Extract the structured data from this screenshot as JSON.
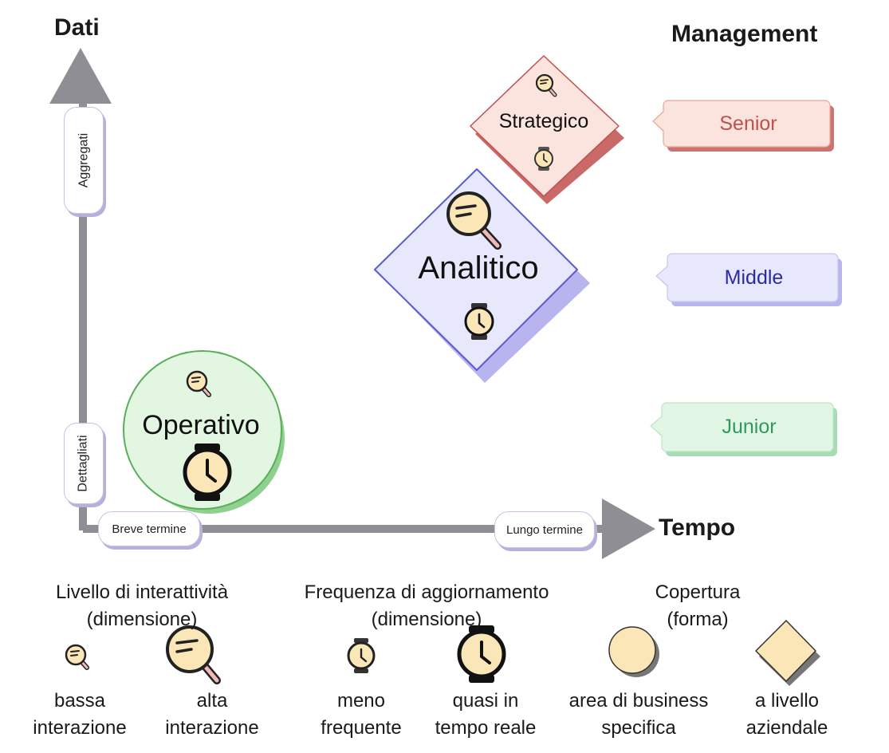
{
  "axes": {
    "y_title": "Dati",
    "x_title": "Tempo",
    "y_low": "Dettagliati",
    "y_high": "Aggregati",
    "x_low": "Breve termine",
    "x_high": "Lungo termine"
  },
  "management": {
    "title": "Management",
    "levels": [
      {
        "label": "Senior",
        "color": "#c0504d",
        "fill": "#fbe4dd"
      },
      {
        "label": "Middle",
        "color": "#2a2aa8",
        "fill": "#e8e8fc"
      },
      {
        "label": "Junior",
        "color": "#2e9a5a",
        "fill": "#e2f6e6"
      }
    ]
  },
  "nodes": {
    "strategico": {
      "label": "Strategico",
      "shape": "diamond",
      "fill": "#fbe4dd",
      "border": "#c0504d"
    },
    "analitico": {
      "label": "Analitico",
      "shape": "diamond",
      "fill": "#e8e8fc",
      "border": "#5a5ad6"
    },
    "operativo": {
      "label": "Operativo",
      "shape": "circle",
      "fill": "#e2f6e2",
      "border": "#5aae5a"
    }
  },
  "legend": {
    "interactivity": {
      "title": "Livello di interattività\n(dimensione)",
      "low": "bassa\ninterazione",
      "high": "alta\ninterazione",
      "icon": "magnifier-icon"
    },
    "frequency": {
      "title": "Frequenza di aggiornamento\n(dimensione)",
      "low": "meno\nfrequente",
      "high": "quasi in\ntempo reale",
      "icon": "stopwatch-icon"
    },
    "coverage": {
      "title": "Copertura\n(forma)",
      "circle": "area di business\nspecifica",
      "diamond": "a livello\naziendale"
    }
  },
  "colors": {
    "axis": "#8e8e94",
    "icon_fill": "#fbe6b8"
  }
}
